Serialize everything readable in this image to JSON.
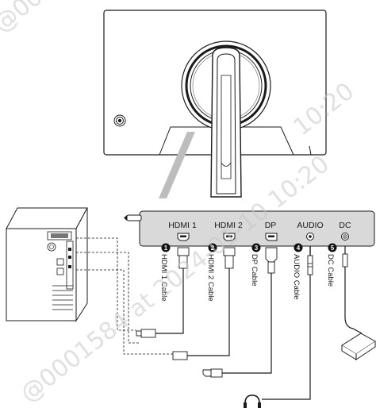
{
  "ports": [
    {
      "label": "HDMI 1"
    },
    {
      "label": "HDMI 2"
    },
    {
      "label": "DP"
    },
    {
      "label": "AUDIO"
    },
    {
      "label": "DC"
    }
  ],
  "cables": [
    {
      "number": "1",
      "label": "HDMI 1 Cable"
    },
    {
      "number": "2",
      "label": "HDMI 2 Cable"
    },
    {
      "number": "3",
      "label": "DP Cable"
    },
    {
      "number": "4",
      "label": "AUDIO Cable"
    },
    {
      "number": "5",
      "label": "DC Cable"
    }
  ],
  "watermark": {
    "top_text": "@000",
    "right_text": "10:20",
    "diagonal_text": "@0001584 at 2024-01-10 10:20"
  },
  "colors": {
    "line": "#1a1a1a",
    "panel_fill": "#d9d9d9",
    "callout_fill": "#bdbdbd",
    "badge": "#111111",
    "watermark": "#c8c8c8"
  }
}
